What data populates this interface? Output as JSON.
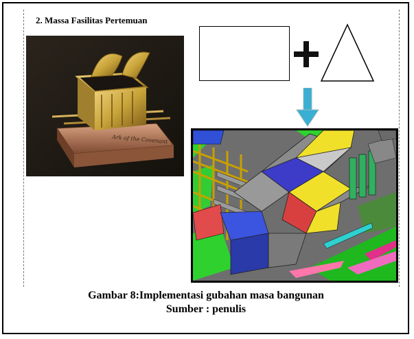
{
  "heading": "2.  Massa  Fasilitas Pertemuan",
  "photo": {
    "engraving": "Ark of the Covenant",
    "colors": {
      "gold": "#c9a43a",
      "copper": "#b8785a",
      "background": "#1e1a14"
    }
  },
  "shapes": {
    "rectangle": "rectangle",
    "plus": "plus-icon",
    "triangle": "triangle",
    "arrow": "down-arrow-icon"
  },
  "arrow_color": "#3aaed3",
  "caption": {
    "line1": "Gambar 8:Implementasi gubahan masa bangunan",
    "line2": "Sumber : penulis"
  }
}
